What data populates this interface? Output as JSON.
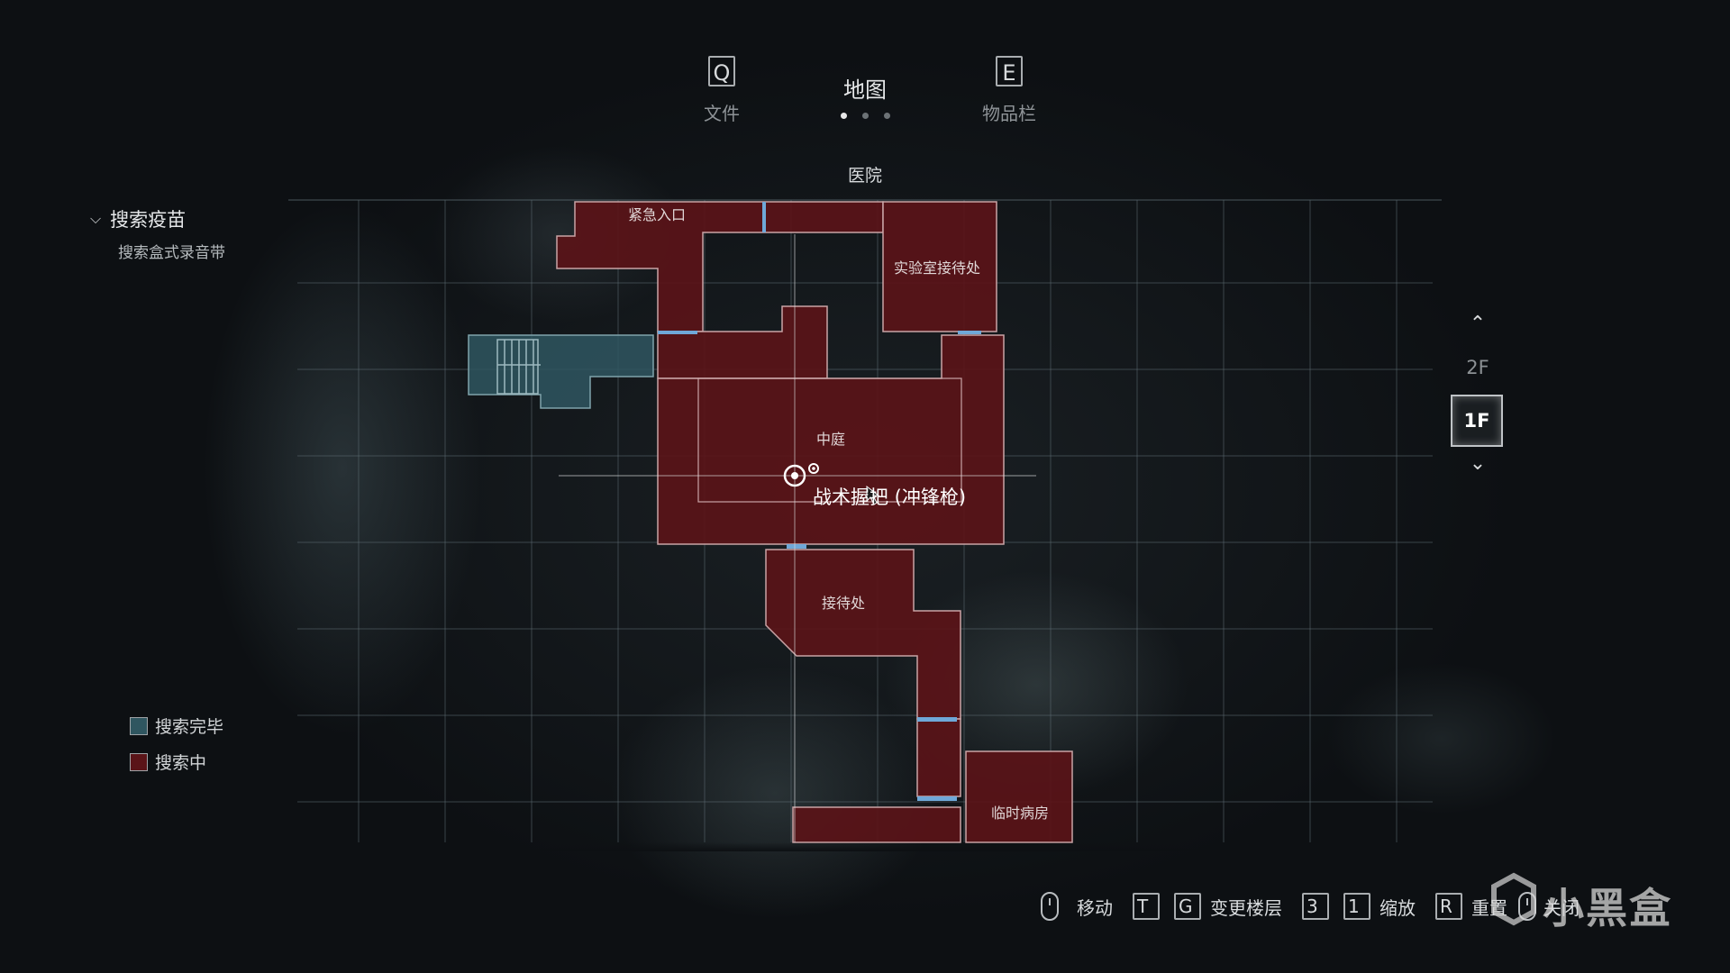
{
  "tabs": {
    "left": {
      "key": "Q",
      "label": "文件"
    },
    "center": {
      "label": "地图"
    },
    "right": {
      "key": "E",
      "label": "物品栏"
    }
  },
  "location": "医院",
  "objective": {
    "title": "搜索疫苗",
    "subtitle": "搜索盒式录音带"
  },
  "rooms": {
    "emergency_entrance": "紧急入口",
    "lab_reception": "实验室接待处",
    "courtyard": "中庭",
    "reception": "接待处",
    "temp_ward": "临时病房"
  },
  "item_tooltip": "战术握把 (冲锋枪)",
  "floors": {
    "upper": "2F",
    "current": "1F"
  },
  "legend": [
    {
      "label": "搜索完毕",
      "color": "#2f5660"
    },
    {
      "label": "搜索中",
      "color": "#5a1418"
    }
  ],
  "controls": {
    "move": "移动",
    "key_t": "T",
    "key_g": "G",
    "change_floor": "变更楼层",
    "key_3": "3",
    "key_1": "1",
    "zoom": "缩放",
    "key_r": "R",
    "reset": "重置",
    "close": "关闭"
  },
  "watermark": "小黑盒",
  "colors": {
    "searching": "#5a1418",
    "searched": "#2f5660",
    "door": "#6fa8d8"
  }
}
